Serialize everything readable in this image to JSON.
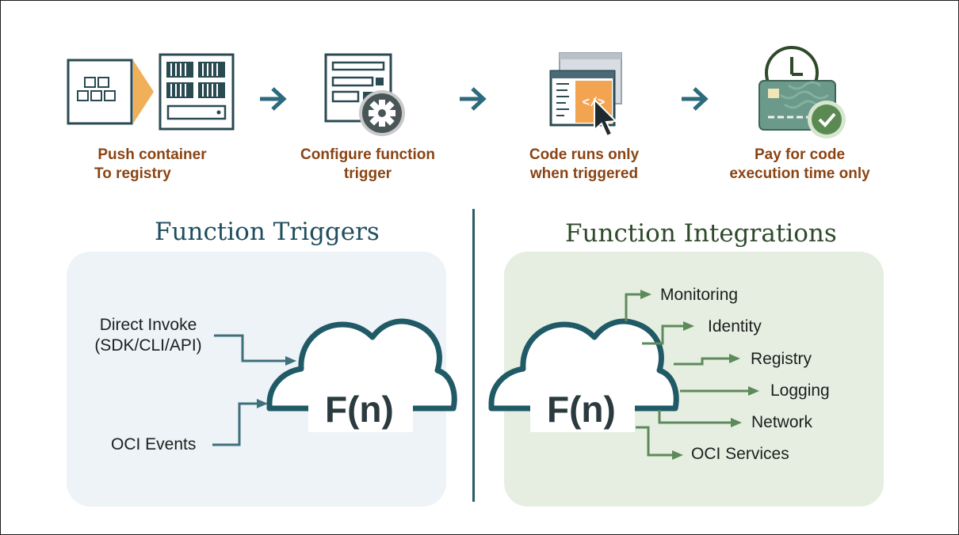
{
  "steps": [
    {
      "line1": "Push container",
      "line2": "To registry",
      "icon": "container-registry-icon"
    },
    {
      "line1": "Configure function",
      "line2": "trigger",
      "icon": "configure-gear-icon"
    },
    {
      "line1": "Code runs only",
      "line2": "when triggered",
      "icon": "code-window-cursor-icon"
    },
    {
      "line1": "Pay for code",
      "line2": "execution time only",
      "icon": "payment-card-clock-icon"
    }
  ],
  "triggers": {
    "title": "Function Triggers",
    "inputs": [
      "Direct Invoke",
      "(SDK/CLI/API)",
      "OCI Events"
    ],
    "function_label": "F(n)"
  },
  "integrations": {
    "title": "Function Integrations",
    "function_label": "F(n)",
    "outputs": [
      "Monitoring",
      "Identity",
      "Registry",
      "Logging",
      "Network",
      "OCI Services"
    ]
  },
  "colors": {
    "step_label": "#8a4414",
    "arrow": "#2c6a7d",
    "cloud_stroke": "#1f5a66",
    "integration_arrow": "#5d8a5a",
    "panel_left": "#edf3f6",
    "panel_right": "#e6eee1"
  }
}
